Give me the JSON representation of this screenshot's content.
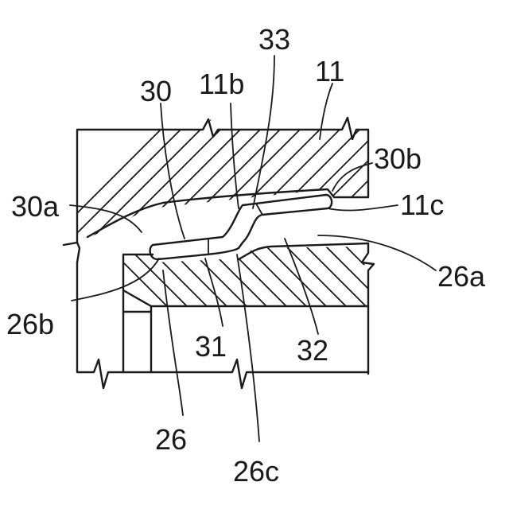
{
  "figure": {
    "labels": {
      "l33": "33",
      "l11": "11",
      "l30": "30",
      "l11b": "11b",
      "l30b": "30b",
      "l30a": "30a",
      "l11c": "11c",
      "l26a": "26a",
      "l26b": "26b",
      "l31": "31",
      "l32": "32",
      "l26": "26",
      "l26c": "26c"
    }
  }
}
